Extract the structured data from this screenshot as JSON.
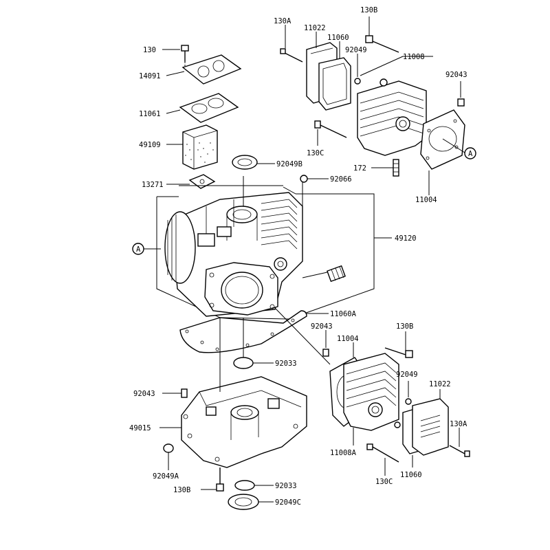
{
  "diagram": {
    "labels": {
      "l130": "130",
      "l14091": "14091",
      "l11061": "11061",
      "l49109": "49109",
      "l13271": "13271",
      "l130A_top": "130A",
      "l11022_top": "11022",
      "l11060_top": "11060",
      "l92049_top": "92049",
      "l130B_top": "130B",
      "l11008": "11008",
      "l92043_top": "92043",
      "l130C_top": "130C",
      "l172": "172",
      "l11004_top": "11004",
      "l92049B": "92049B",
      "l92066": "92066",
      "l49120": "49120",
      "l11060A": "11060A",
      "l92043_mid": "92043",
      "l11004_mid": "11004",
      "l130B_mid": "130B",
      "l92033_top": "92033",
      "l92043_left": "92043",
      "l92049_mid": "92049",
      "l11022_mid": "11022",
      "l49015": "49015",
      "l130A_mid": "130A",
      "l92049A": "92049A",
      "l11008A": "11008A",
      "l130C_mid": "130C",
      "l11060_mid": "11060",
      "l130B_bot": "130B",
      "l92033_bot": "92033",
      "l92049C": "92049C",
      "refA_left": "A",
      "refA_right": "A"
    }
  }
}
